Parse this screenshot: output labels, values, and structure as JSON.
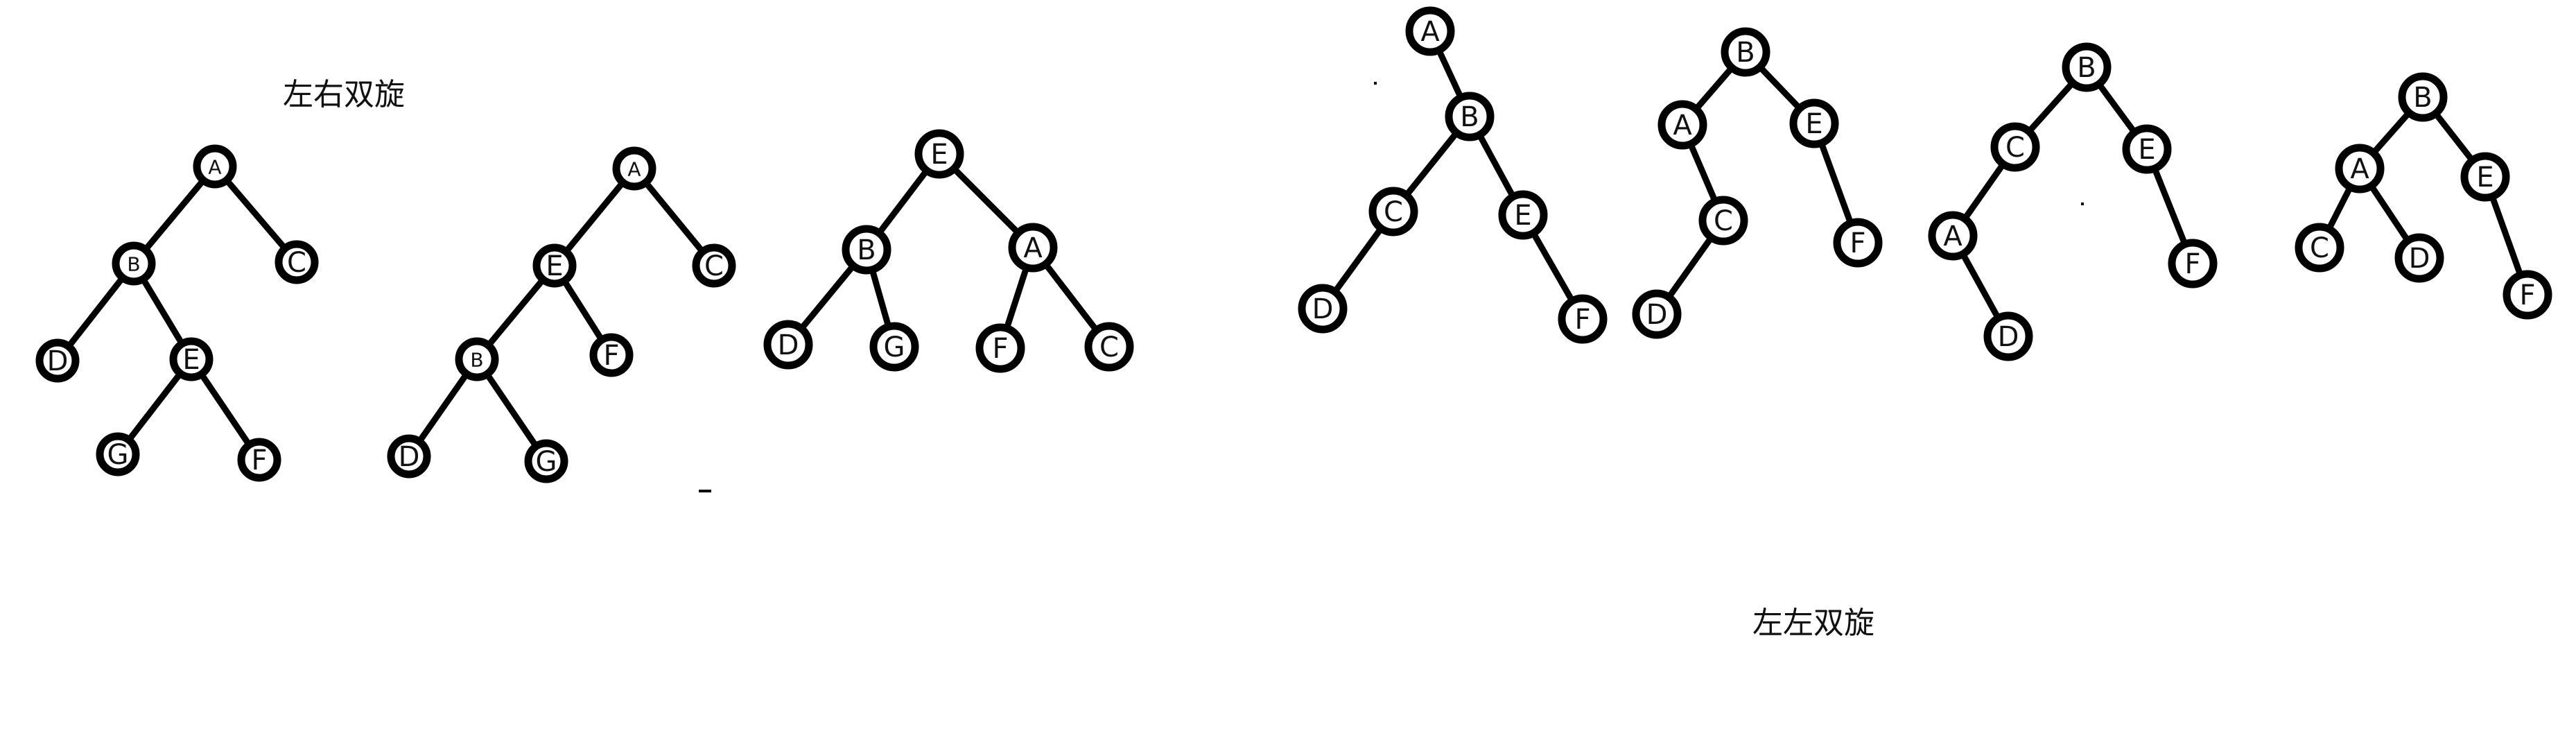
{
  "labels": {
    "left_title": "左右双旋",
    "right_title": "左左双旋"
  },
  "colors": {
    "stroke": "#000000",
    "node_fill": "#ffffff",
    "text": "#111111"
  },
  "trees": [
    {
      "id": "lr-step1",
      "nodes": [
        "A",
        "B",
        "C",
        "D",
        "E",
        "G",
        "F"
      ],
      "edges": [
        [
          "A",
          "B"
        ],
        [
          "A",
          "C"
        ],
        [
          "B",
          "D"
        ],
        [
          "B",
          "E"
        ],
        [
          "E",
          "G"
        ],
        [
          "E",
          "F"
        ]
      ]
    },
    {
      "id": "lr-step2",
      "nodes": [
        "A",
        "E",
        "C",
        "B",
        "F",
        "D",
        "G"
      ],
      "edges": [
        [
          "A",
          "E"
        ],
        [
          "A",
          "C"
        ],
        [
          "E",
          "B"
        ],
        [
          "E",
          "F"
        ],
        [
          "B",
          "D"
        ],
        [
          "B",
          "G"
        ]
      ]
    },
    {
      "id": "lr-step3",
      "nodes": [
        "E",
        "B",
        "A",
        "D",
        "G",
        "F",
        "C"
      ],
      "edges": [
        [
          "E",
          "B"
        ],
        [
          "E",
          "A"
        ],
        [
          "B",
          "D"
        ],
        [
          "B",
          "G"
        ],
        [
          "A",
          "F"
        ],
        [
          "A",
          "C"
        ]
      ]
    },
    {
      "id": "ll-step1",
      "nodes": [
        "A",
        "B",
        "C",
        "E",
        "D",
        "F"
      ],
      "edges": [
        [
          "A",
          "B"
        ],
        [
          "B",
          "C"
        ],
        [
          "B",
          "E"
        ],
        [
          "C",
          "D"
        ],
        [
          "E",
          "F"
        ]
      ]
    },
    {
      "id": "ll-step2",
      "nodes": [
        "B",
        "A",
        "E",
        "C",
        "F",
        "D"
      ],
      "edges": [
        [
          "B",
          "A"
        ],
        [
          "B",
          "E"
        ],
        [
          "A",
          "C"
        ],
        [
          "E",
          "F"
        ],
        [
          "C",
          "D"
        ]
      ]
    },
    {
      "id": "ll-step3",
      "nodes": [
        "B",
        "C",
        "E",
        "A",
        "F",
        "D"
      ],
      "edges": [
        [
          "B",
          "C"
        ],
        [
          "B",
          "E"
        ],
        [
          "C",
          "A"
        ],
        [
          "E",
          "F"
        ],
        [
          "A",
          "D"
        ]
      ]
    },
    {
      "id": "ll-step4",
      "nodes": [
        "B",
        "A",
        "E",
        "C",
        "D",
        "F"
      ],
      "edges": [
        [
          "B",
          "A"
        ],
        [
          "B",
          "E"
        ],
        [
          "A",
          "C"
        ],
        [
          "A",
          "D"
        ],
        [
          "E",
          "F"
        ]
      ]
    }
  ]
}
